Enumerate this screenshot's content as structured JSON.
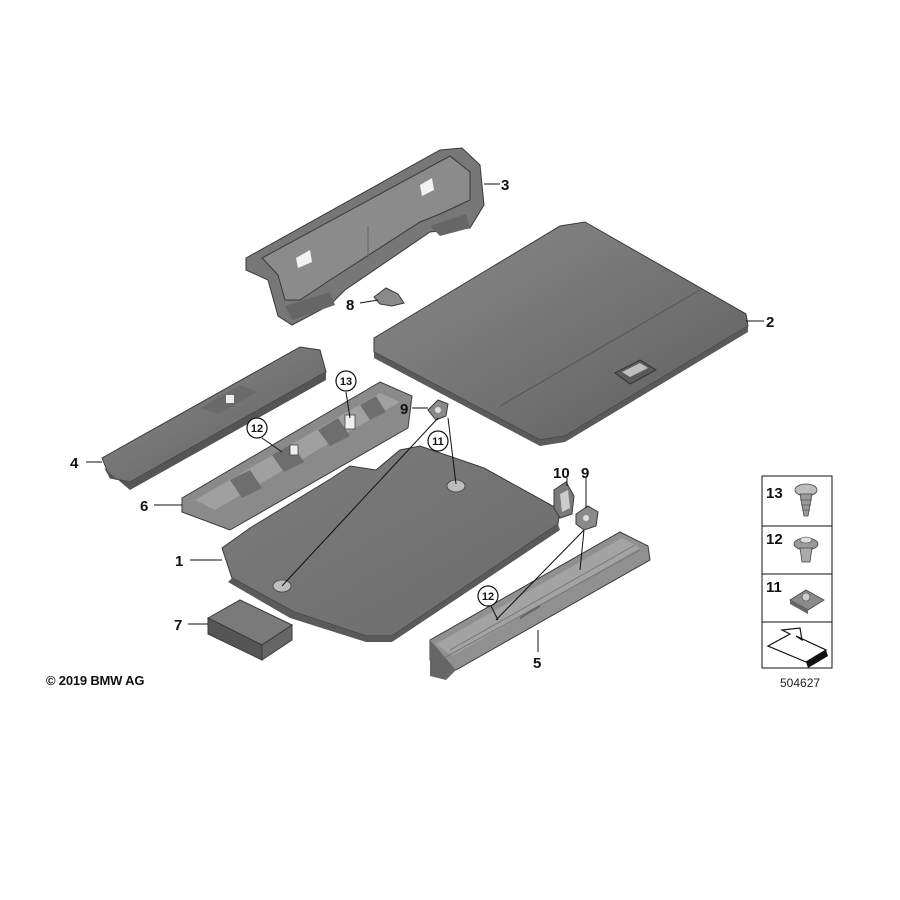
{
  "copyright": "© 2019 BMW AG",
  "diagram_id": "504627",
  "callouts": {
    "c1": "1",
    "c2": "2",
    "c3": "3",
    "c4": "4",
    "c5": "5",
    "c6": "6",
    "c7": "7",
    "c8": "8",
    "c9a": "9",
    "c9b": "9",
    "c10": "10",
    "c11": "11",
    "c12a": "12",
    "c12b": "12",
    "c13": "13"
  },
  "legend": {
    "l13": "13",
    "l12": "12",
    "l11": "11"
  }
}
